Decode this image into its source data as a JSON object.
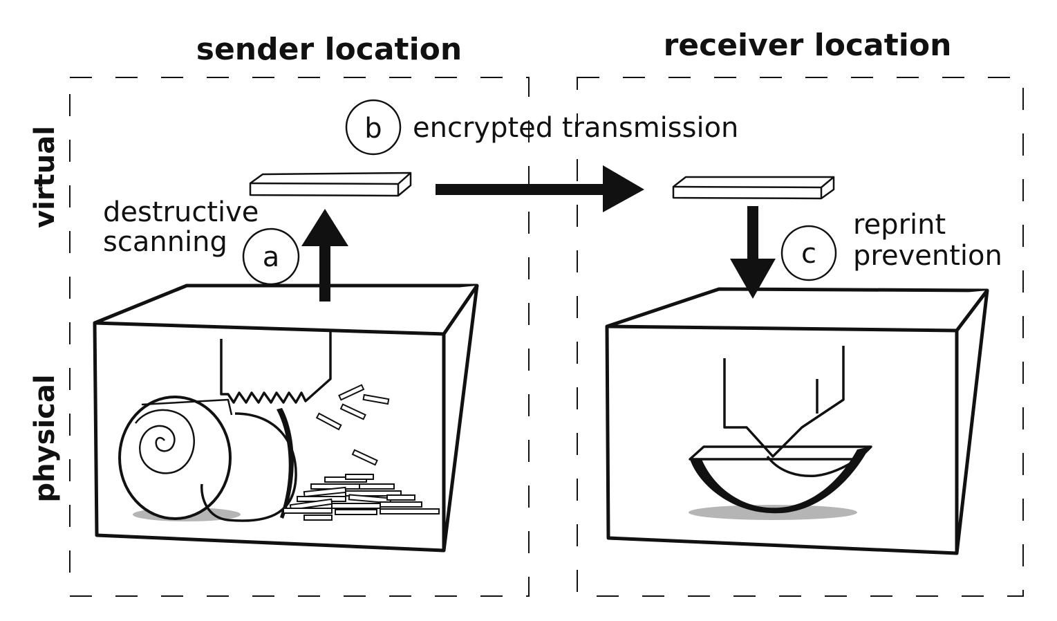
{
  "headers": {
    "sender": "sender location",
    "receiver": "receiver location"
  },
  "rows": {
    "virtual": "virtual",
    "physical": "physical"
  },
  "steps": {
    "a": {
      "marker": "a",
      "line1": "destructive",
      "line2": "scanning"
    },
    "b": {
      "marker": "b",
      "text": "encrypted transmission"
    },
    "c": {
      "marker": "c",
      "line1": "reprint",
      "line2": "prevention"
    }
  }
}
